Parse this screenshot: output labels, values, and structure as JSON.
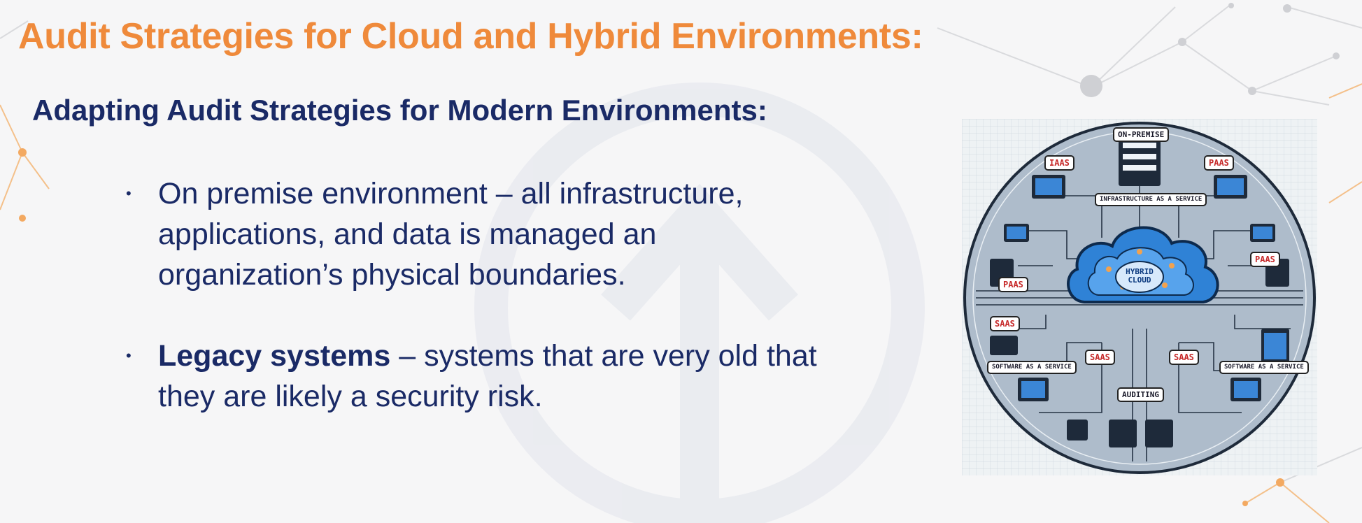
{
  "slide": {
    "title": "Audit Strategies for Cloud and Hybrid Environments:",
    "subtitle": "Adapting Audit Strategies for Modern Environments:",
    "bullet_symbol": "•",
    "bullets": [
      {
        "strong": "",
        "text": "On premise environment – all infrastructure, applications, and data is managed an organization’s physical boundaries."
      },
      {
        "strong": "Legacy systems",
        "text": " – systems that are very old that they are likely a security risk."
      }
    ]
  },
  "diagram": {
    "labels": {
      "on_premise": "ON-PREMISE",
      "iaas": "IAAS",
      "paas_top": "PAAS",
      "infrastructure": "INFRASTRUCTURE AS A SERVICE",
      "paas_left": "PAAS",
      "paas_right": "PAAS",
      "saas_left": "SAAS",
      "saas_mid_left": "SAAS",
      "saas_mid_right": "SAAS",
      "software_left": "SOFTWARE AS A SERVICE",
      "software_right": "SOFTWARE AS A SERVICE",
      "auditing": "AUDITING",
      "cloud_line1": "HYBRID",
      "cloud_line2": "CLOUD"
    }
  },
  "colors": {
    "title": "#ef8a3b",
    "text": "#1a2a66",
    "cloud": "#2f82d6",
    "accent_lines": "#f2a24e"
  }
}
